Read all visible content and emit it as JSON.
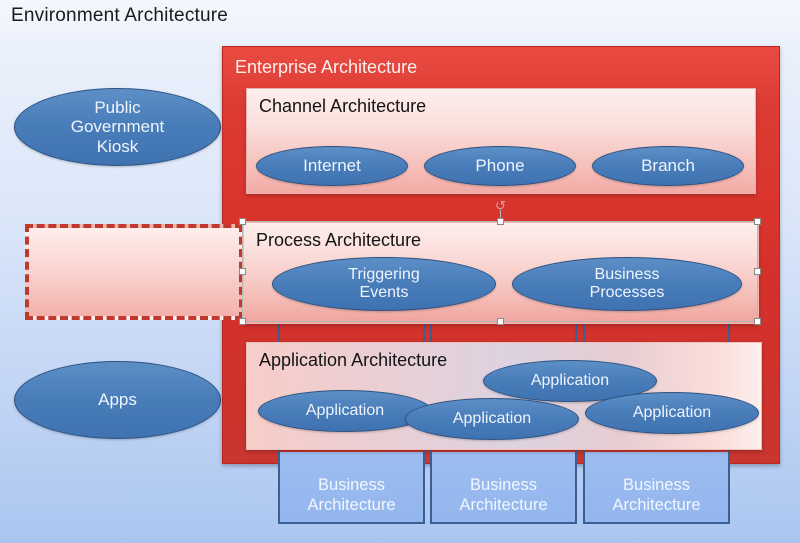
{
  "diagram": {
    "environment_title": "Environment Architecture",
    "enterprise_title": "Enterprise Architecture",
    "channel_title": "Channel Architecture",
    "process_title": "Process Architecture",
    "application_title": "Application Architecture"
  },
  "environment_nodes": [
    {
      "label": "Public\nGovernment\nKiosk"
    },
    {
      "label": "Apps"
    }
  ],
  "channel_nodes": [
    {
      "label": "Internet"
    },
    {
      "label": "Phone"
    },
    {
      "label": "Branch"
    }
  ],
  "process_nodes": [
    {
      "label": "Triggering\nEvents"
    },
    {
      "label": "Business\nProcesses"
    }
  ],
  "application_nodes": [
    {
      "label": "Application"
    },
    {
      "label": "Application"
    },
    {
      "label": "Application"
    },
    {
      "label": "Application"
    }
  ],
  "business_boxes": [
    {
      "label": "Business\nArchitecture"
    },
    {
      "label": "Business\nArchitecture"
    },
    {
      "label": "Business\nArchitecture"
    }
  ],
  "selection": {
    "rotate_glyph": "↺"
  },
  "colors": {
    "enterprise_red": "#dc3b33",
    "panel_pink": "#fbdedb",
    "ellipse_blue": "#4a7ebb",
    "ellipse_border": "#2d5382",
    "business_blue": "#9dbdf0",
    "business_border": "#3c5f93",
    "ghost_dash": "#c0392f",
    "background_top": "#f4f7fd",
    "background_bottom": "#aac6f0"
  }
}
